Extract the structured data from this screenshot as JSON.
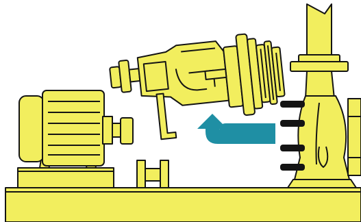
{
  "colors": {
    "background": "#ffffff",
    "machine_fill": "#f2ee5e",
    "outline": "#141414",
    "arrow": "#1f8fa4",
    "bolt": "#141414"
  },
  "diagram": {
    "components": [
      "pump-casing",
      "bearing-frame-rotating-assembly",
      "electric-motor",
      "coupling-spacer",
      "baseplate",
      "disassembly-arrow"
    ],
    "arrow_direction": "back-pull-out"
  }
}
